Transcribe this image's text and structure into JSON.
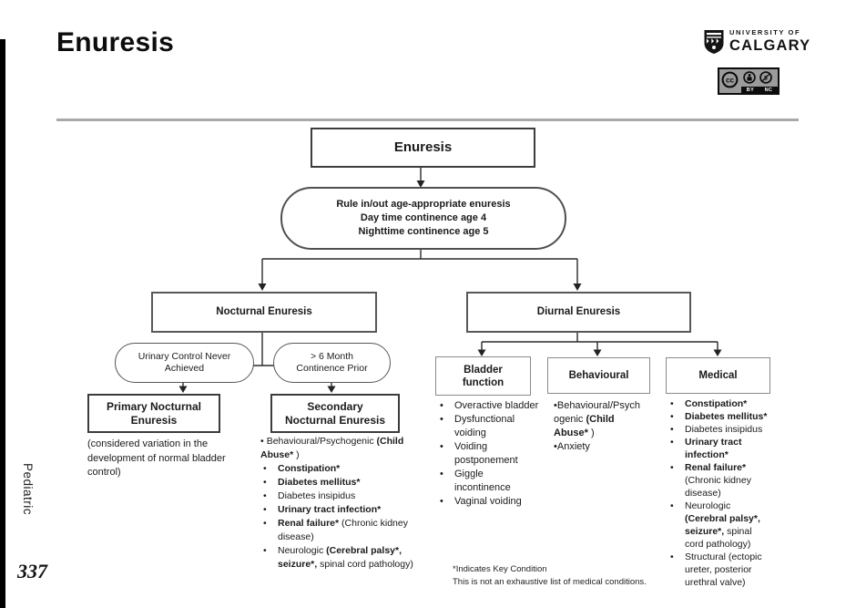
{
  "bullet_char": "•",
  "header": {
    "title": "Enuresis",
    "logo": {
      "line1": "UNIVERSITY OF",
      "line2": "CALGARY"
    },
    "license": {
      "cc_label": "cc",
      "by_label": "BY",
      "nc_label": "NC"
    }
  },
  "sidebar": {
    "section_label": "Pediatric",
    "page_number": "337"
  },
  "flowchart": {
    "root_label": "Enuresis",
    "rule_node": {
      "lines": [
        "Rule in/out age-appropriate enuresis",
        "Day time continence age 4",
        "Nighttime continence age 5"
      ]
    },
    "nocturnal": {
      "label": "Nocturnal Enuresis",
      "never_achieved": {
        "lines": [
          "Urinary Control Never",
          "Achieved"
        ]
      },
      "continence_prior": {
        "lines": [
          "> 6 Month",
          "Continence Prior"
        ]
      },
      "primary": {
        "label_lines": [
          "Primary Nocturnal",
          "Enuresis"
        ],
        "note": "(considered variation in the development of normal bladder control)"
      },
      "secondary": {
        "label_lines": [
          "Secondary",
          "Nocturnal Enuresis"
        ],
        "items": [
          {
            "cls": "nohang",
            "segments": [
              {
                "t": "Behavioural/Psychogenic ",
                "b": false
              },
              {
                "t": "(Child Abuse*",
                "b": true
              },
              {
                "t": " )",
                "b": false
              }
            ]
          },
          {
            "segments": [
              {
                "t": "Constipation*",
                "b": true
              }
            ]
          },
          {
            "segments": [
              {
                "t": "Diabetes mellitus*",
                "b": true
              }
            ]
          },
          {
            "segments": [
              {
                "t": "Diabetes insipidus",
                "b": false
              }
            ]
          },
          {
            "segments": [
              {
                "t": "Urinary tract infection*",
                "b": true
              }
            ]
          },
          {
            "segments": [
              {
                "t": "Renal failure*",
                "b": true
              },
              {
                "t": " (Chronic kidney disease)",
                "b": false
              }
            ]
          },
          {
            "segments": [
              {
                "t": "Neurologic ",
                "b": false
              },
              {
                "t": "(Cerebral palsy*, seizure*,",
                "b": true
              },
              {
                "t": " spinal cord pathology)",
                "b": false
              }
            ]
          }
        ]
      }
    },
    "diurnal": {
      "label": "Diurnal Enuresis",
      "bladder": {
        "label_lines": [
          "Bladder",
          "function"
        ],
        "items": [
          {
            "segments": [
              {
                "t": "Overactive bladder",
                "b": false
              }
            ]
          },
          {
            "segments": [
              {
                "t": "Dysfunctional voiding",
                "b": false
              }
            ]
          },
          {
            "segments": [
              {
                "t": "Voiding postponement",
                "b": false
              }
            ]
          },
          {
            "segments": [
              {
                "t": "Giggle incontinence",
                "b": false
              }
            ]
          },
          {
            "segments": [
              {
                "t": "Vaginal voiding",
                "b": false
              }
            ]
          }
        ]
      },
      "behavioural": {
        "label": "Behavioural",
        "items": [
          {
            "cls": "tight",
            "segments": [
              {
                "t": "Behavioural/Psychogenic ",
                "b": false
              },
              {
                "t": "(Child Abuse*",
                "b": true
              },
              {
                "t": " )",
                "b": false
              }
            ]
          },
          {
            "cls": "tight",
            "segments": [
              {
                "t": "Anxiety",
                "b": false
              }
            ]
          }
        ]
      },
      "medical": {
        "label": "Medical",
        "items": [
          {
            "segments": [
              {
                "t": "Constipation*",
                "b": true
              }
            ]
          },
          {
            "segments": [
              {
                "t": "Diabetes mellitus*",
                "b": true
              }
            ]
          },
          {
            "segments": [
              {
                "t": "Diabetes insipidus",
                "b": false
              }
            ]
          },
          {
            "segments": [
              {
                "t": "Urinary tract infection*",
                "b": true
              }
            ]
          },
          {
            "segments": [
              {
                "t": "Renal failure*",
                "b": true
              },
              {
                "t": " (Chronic kidney disease)",
                "b": false
              }
            ]
          },
          {
            "segments": [
              {
                "t": "Neurologic ",
                "b": false
              },
              {
                "t": "(Cerebral palsy*, seizure*,",
                "b": true
              },
              {
                "t": " spinal cord pathology)",
                "b": false
              }
            ]
          },
          {
            "segments": [
              {
                "t": "Structural (ectopic ureter, posterior urethral valve)",
                "b": false
              }
            ]
          }
        ]
      }
    },
    "footnote": {
      "line1": "*Indicates Key Condition",
      "line2": "This is not an exhaustive list of medical conditions."
    }
  }
}
